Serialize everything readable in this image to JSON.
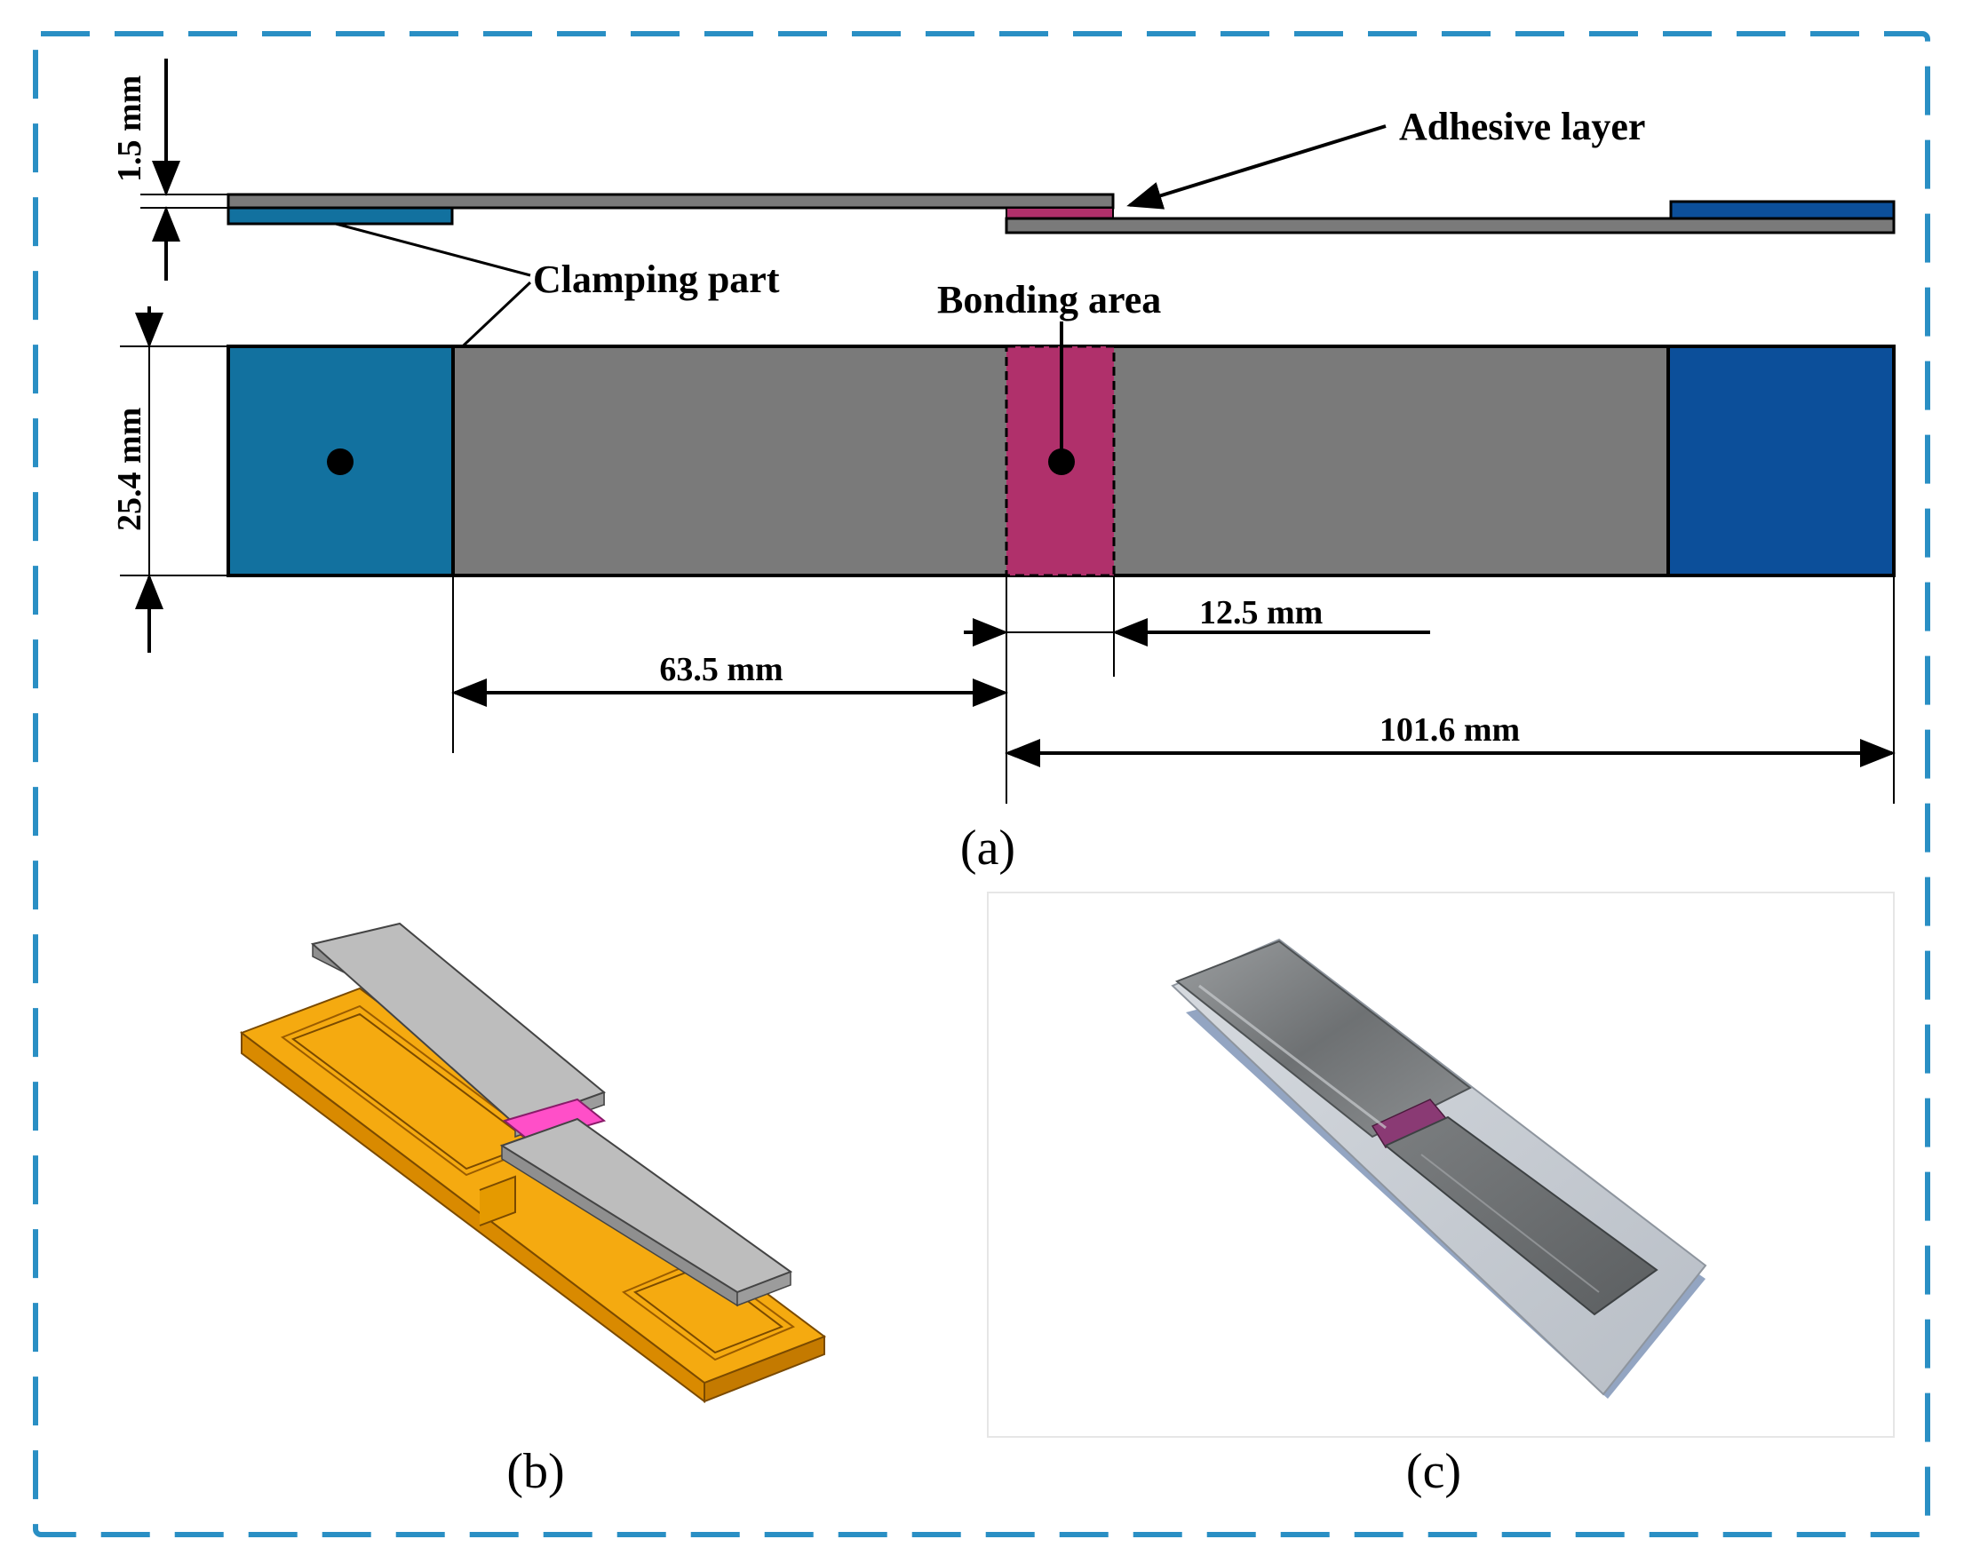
{
  "labels": {
    "thickness": "1.5 mm",
    "width": "25.4 mm",
    "adhesive_layer": "Adhesive layer",
    "clamping_part": "Clamping part",
    "bonding_area": "Bonding area",
    "overlap_length": "12.5 mm",
    "free_length": "63.5 mm",
    "adherend_length": "101.6 mm"
  },
  "panels": {
    "a": "(a)",
    "b": "(b)",
    "c": "(c)"
  },
  "colors": {
    "frame": "#2a8fc4",
    "adherend": "#7a7a7a",
    "clamp_left": "#12719f",
    "clamp_right": "#0c4f9a",
    "adhesive": "#b0306b",
    "fixture_orange": "#f5aa10",
    "sheet_gray": "#bdbdbd",
    "adhesive_pink": "#ff4fc8"
  }
}
